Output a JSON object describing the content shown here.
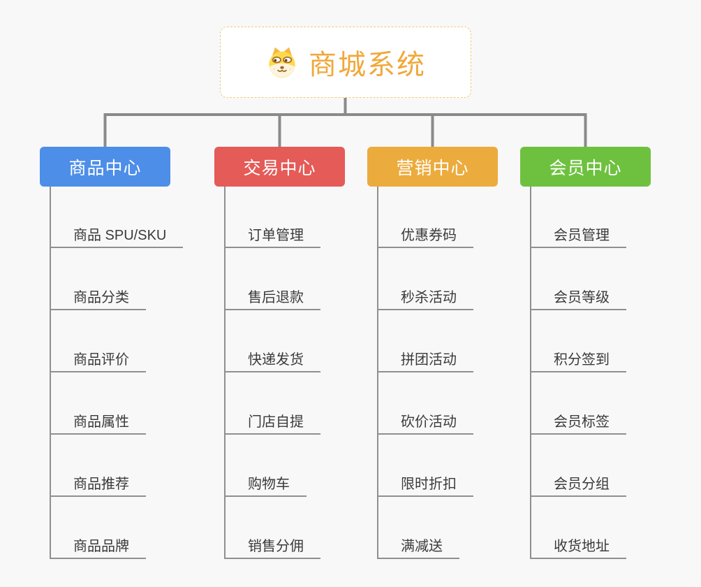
{
  "root": {
    "title": "商城系统",
    "icon": "dog-face-icon"
  },
  "colors": {
    "background": "#f8f8f8",
    "connector_line": "#8a8a8a",
    "item_underline": "#8f8f8f",
    "root_border": "#f3c87e",
    "root_text": "#f0a83c",
    "item_text": "#3a3a3a"
  },
  "branches": [
    {
      "label": "商品中心",
      "color": "#4d8ee8",
      "items": [
        "商品 SPU/SKU",
        "商品分类",
        "商品评价",
        "商品属性",
        "商品推荐",
        "商品品牌"
      ]
    },
    {
      "label": "交易中心",
      "color": "#e45b58",
      "items": [
        "订单管理",
        "售后退款",
        "快递发货",
        "门店自提",
        "购物车",
        "销售分佣"
      ]
    },
    {
      "label": "营销中心",
      "color": "#ecab3d",
      "items": [
        "优惠券码",
        "秒杀活动",
        "拼团活动",
        "砍价活动",
        "限时折扣",
        "满减送"
      ]
    },
    {
      "label": "会员中心",
      "color": "#6ec13f",
      "items": [
        "会员管理",
        "会员等级",
        "积分签到",
        "会员标签",
        "会员分组",
        "收货地址"
      ]
    }
  ]
}
